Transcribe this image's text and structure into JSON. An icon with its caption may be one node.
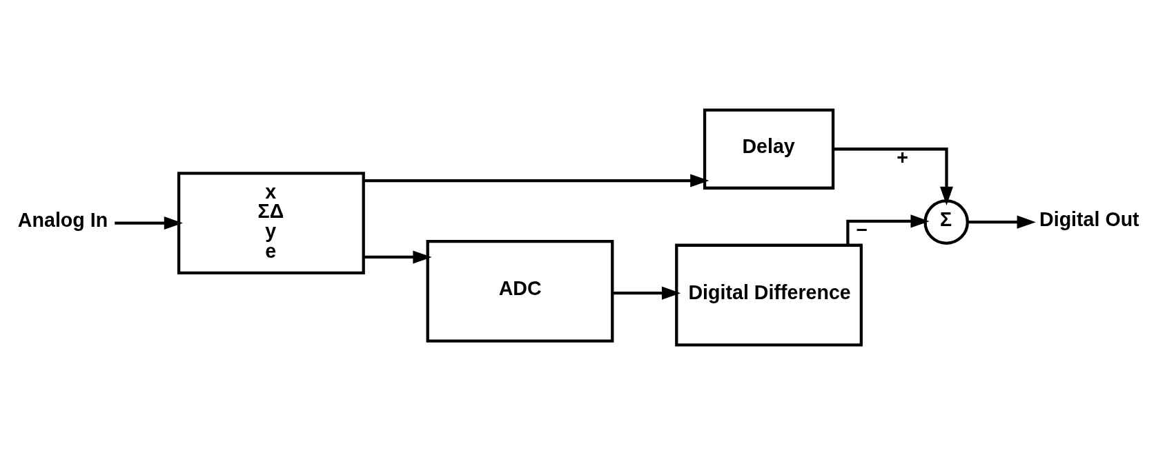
{
  "diagram": {
    "nodes": [
      {
        "text": [
          "Analog In"
        ]
      },
      {
        "text": [
          "x",
          "ΣΔ",
          "y",
          "e"
        ]
      },
      {
        "text": [
          "Delay"
        ]
      },
      {
        "text": [
          "Σ"
        ]
      },
      {
        "text": [
          "Digital Out"
        ]
      },
      {
        "text": [
          "ADC"
        ]
      },
      {
        "text": [
          "Digital Difference"
        ]
      }
    ],
    "edges": [
      {
        "from": 0,
        "to": 1,
        "arrow": "to"
      },
      {
        "from": 1,
        "to": 2,
        "arrow": "to"
      },
      {
        "from": 2,
        "to": 3,
        "arrow": "to",
        "label": "+"
      },
      {
        "from": 3,
        "to": 4,
        "arrow": "to"
      },
      {
        "from": 1,
        "to": 5,
        "arrow": "to"
      },
      {
        "from": 5,
        "to": 6,
        "arrow": "to"
      },
      {
        "from": 6,
        "to": 3,
        "arrow": "to",
        "label": "–"
      }
    ]
  }
}
